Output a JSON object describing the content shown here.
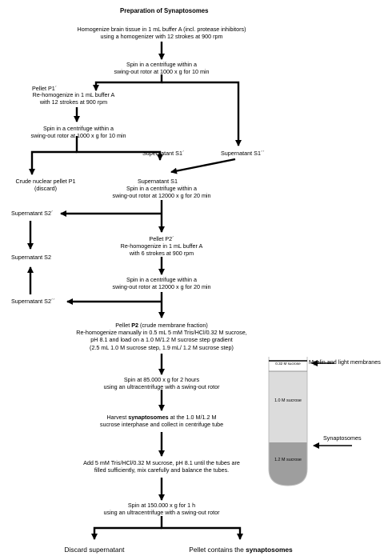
{
  "title": "Preparation of Synaptosomes",
  "steps": {
    "homogenize": [
      "Homogenize brain tissue in 1 mL buffer  A  (incl. protease inhibitors)",
      "using a homogenizer with 12 strokes at 900 rpm"
    ],
    "spin1": [
      "Spin in a centrifuge within a",
      "swing-out rotor at 1000  x g for 10 min"
    ],
    "pellet_p1": "Pellet P1´",
    "rehomog1": [
      "Re-homogenize  in 1 mL buffer  A",
      "with 12 strokes at 900 rpm"
    ],
    "spin2": [
      "Spin in a centrifuge within a",
      "swing-out rotor at 1000  x g for 10 min"
    ],
    "sup_s1p": "Supernatant  S1´",
    "sup_s1pp": "Supernatant  S1´´",
    "crude_nuclear": [
      "Crude nuclear pellet P1",
      "(discard)"
    ],
    "sup_s1": "Supernatant  S1",
    "spin3": [
      "Spin in a centrifuge within a",
      "swing-out rotor at 12000  x g for 20 min"
    ],
    "sup_s2p": "Supernatant  S2´",
    "pellet_p2p": "Pellet P2´",
    "rehomog2": [
      "Re-homogenize  in 1 mL buffer  A",
      "with 6 strokes at 900 rpm"
    ],
    "sup_s2": "Supernatant  S2",
    "spin4": [
      "Spin in a centrifuge within a",
      "swing-out rotor at 12000  x g for 20 min"
    ],
    "sup_s2pp": "Supernatant  S2´´",
    "pellet_p2_prefix": "Pellet ",
    "pellet_p2_bold": "P2",
    "pellet_p2_suffix": "  (crude membrane fraction)",
    "rehomog3": [
      "Re-homogenize  manually in 0.5 mL  5 mM Tris/HCl/0.32 M sucrose,",
      "pH 8.1 and load on a 1.0  M/1.2 M sucrose step gradient",
      "(2.5 mL 1.0 M sucrose step, 1.9 mL/ 1.2 M sucrose step)"
    ],
    "spin5": [
      "Spin at 85.000   x g for 2 hours",
      "using an ultracentrifuge  with a swing-out rotor"
    ],
    "harvest_prefix": "Harvest ",
    "harvest_bold": "synaptosomes",
    "harvest_suffix": " at the 1.0 M/1.2  M",
    "harvest_line2": "sucrose interphase  and collect in centrifuge tube",
    "add_buffer": [
      "Add  5 mM Tris/HCl/0.32 M sucrose, pH 8.1 until the tubes  are",
      "filled sufficiently, mix carefully and balance the tubes."
    ],
    "spin6": [
      "Spin at 150.000   x g for  1 h",
      "using an ultracentrifuge  with a swing-out rotor"
    ],
    "discard": "Discard supernatant",
    "pellet_final_prefix": "Pellet contains  the ",
    "pellet_final_bold": "synaptosomes"
  },
  "tube": {
    "layer_top": "0.32 M sucrose",
    "layer_mid": "1.0 M sucrose",
    "layer_bot": "1.2 M sucrose",
    "label_myelin": "Myelin and  light membranes",
    "label_synaptosomes": "Synaptosomes"
  }
}
